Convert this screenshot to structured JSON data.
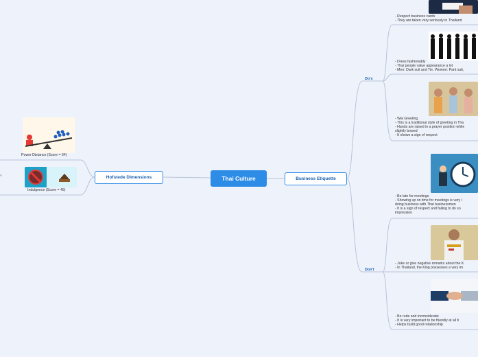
{
  "root": {
    "label": "Thai Culture"
  },
  "hofstede": {
    "label": "Hofstede Dimensions",
    "power_distance_caption": "Power Distance (Score = 64)",
    "indulgence_caption": "Indulgence (Score = 45)",
    "offscreen_fragment": "e"
  },
  "etiquette": {
    "label": "Business Etiquette",
    "dos_label": "Do's",
    "donts_label": "Don't",
    "dos": [
      {
        "text": "- Respect business cards\n- They are taken very seriously in Thailand",
        "icon": "suited-hand-photo"
      },
      {
        "text": "- Dress fashionably\n- Thai people value appearance a lot\n- Men: Dark suit and Tie, Women: Pant suit,",
        "icon": "business-people-silhouettes"
      },
      {
        "text": "- Wai Greeting\n- This is a traditional style of greeting in Tha\n- Hands are raised in a prayer position while\nslightly bowed\n- It shows a sign of respect",
        "icon": "wai-greeting-photo"
      }
    ],
    "donts": [
      {
        "text": "- Be late for meetings\n- Showing up on time for meetings is very i\ndoing business with Thai businessmen\n- It is a sign of respect and failing to do so\nimpression",
        "icon": "clock-businessman-icon"
      },
      {
        "text": "- Joke or give negative remarks about the K\n- In Thailand, the King possesses a very im",
        "icon": "king-portrait-photo"
      },
      {
        "text": "- Be rude and inconsiderate\n- It is very important to be friendly at all ti\n- Helps build good relationship",
        "icon": "handshake-photo"
      }
    ]
  },
  "colors": {
    "background": "#eef2fb",
    "accent": "#2d8ce6",
    "line": "#b8c4d8"
  }
}
